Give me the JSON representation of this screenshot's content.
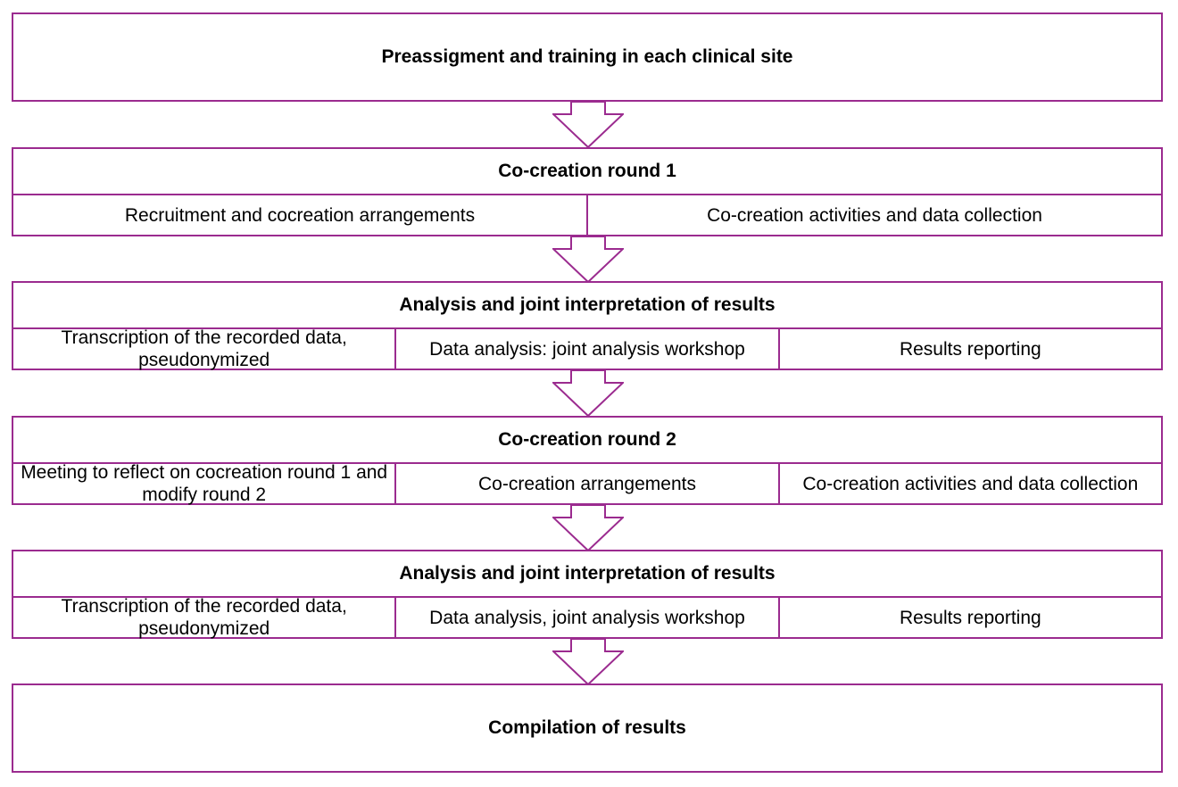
{
  "stages": [
    {
      "title": "Preassigment and training in each clinical site"
    },
    {
      "title": "Co-creation round 1",
      "steps": [
        "Recruitment and cocreation arrangements",
        "Co-creation activities and data collection"
      ]
    },
    {
      "title": "Analysis and joint interpretation of results",
      "steps": [
        "Transcription of the recorded data, pseudonymized",
        "Data analysis: joint analysis workshop",
        "Results reporting"
      ]
    },
    {
      "title": "Co-creation round 2",
      "steps": [
        "Meeting to reflect on cocreation round 1 and modify round 2",
        "Co-creation arrangements",
        "Co-creation activities and data collection"
      ]
    },
    {
      "title": "Analysis and joint interpretation of results",
      "steps": [
        "Transcription of the recorded data, pseudonymized",
        "Data analysis, joint analysis workshop",
        "Results reporting"
      ]
    },
    {
      "title": "Compilation of results"
    }
  ],
  "colors": {
    "border": "#9b2b8f"
  }
}
